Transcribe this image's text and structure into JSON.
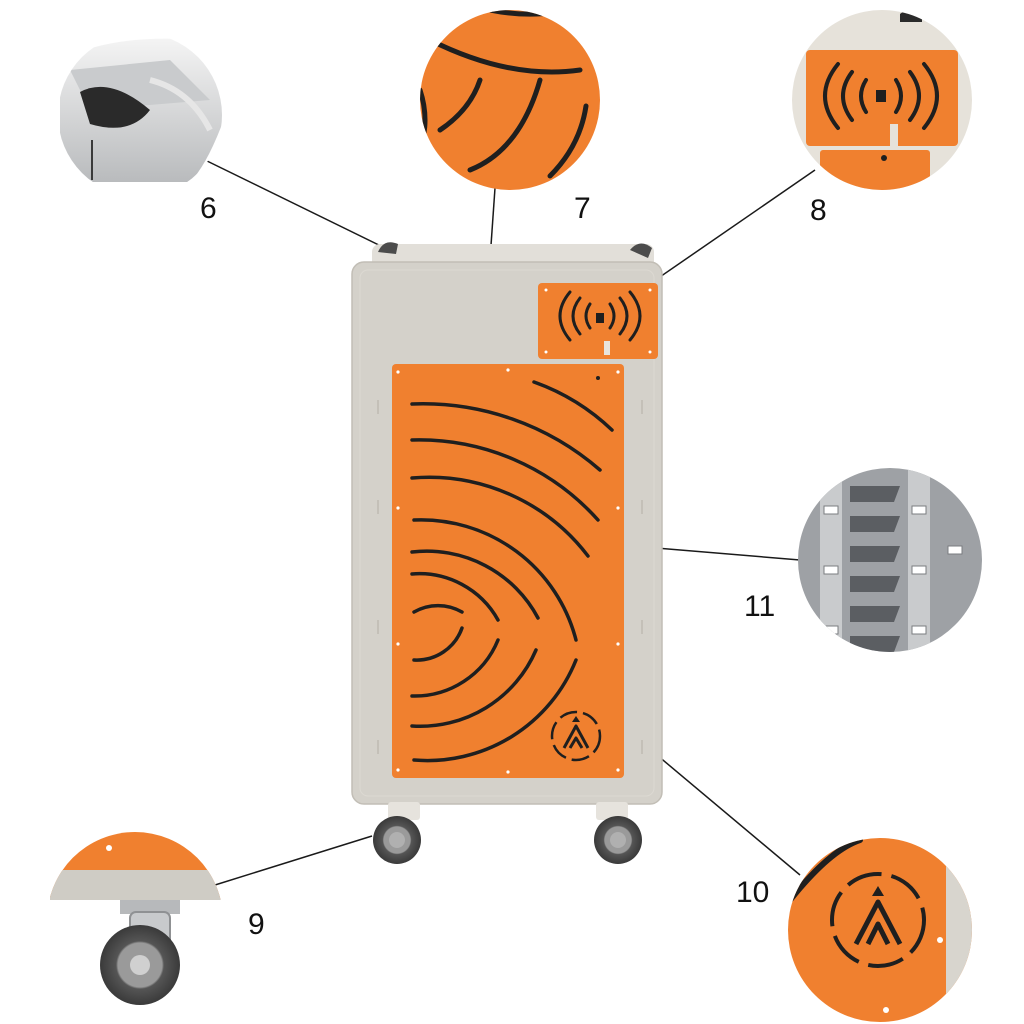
{
  "colors": {
    "orange": "#f0802f",
    "orange_dark": "#e0702a",
    "cabinet": "#d4d1ca",
    "cabinet_edge": "#c2beb6",
    "slot": "#1f1f1f",
    "leader_line": "#1a1a1a",
    "label_text": "#111111",
    "wheel": "#4a4a4a",
    "tray": "#8a8c90"
  },
  "callouts": [
    {
      "id": "6",
      "label": "6",
      "subject": "handle"
    },
    {
      "id": "7",
      "label": "7",
      "subject": "vent-pattern"
    },
    {
      "id": "8",
      "label": "8",
      "subject": "rfid-reader-panel"
    },
    {
      "id": "9",
      "label": "9",
      "subject": "caster-wheel"
    },
    {
      "id": "10",
      "label": "10",
      "subject": "logo"
    },
    {
      "id": "11",
      "label": "11",
      "subject": "device-slots"
    }
  ],
  "icons": [
    "rfid-signal-icon",
    "brand-logo-icon"
  ]
}
